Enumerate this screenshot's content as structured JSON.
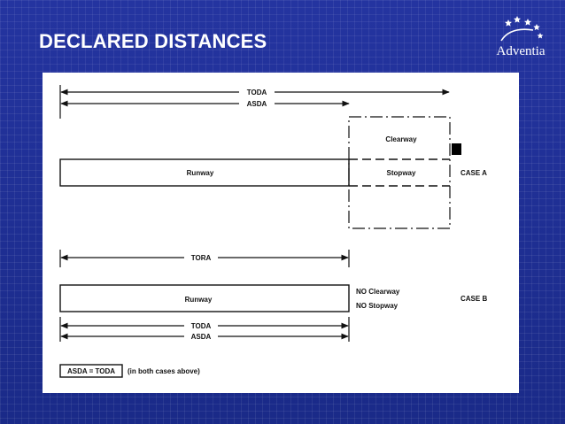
{
  "slide": {
    "title": "DECLARED DISTANCES",
    "logo_text": "Adventia",
    "background_color": "#1f2f8c",
    "title_color": "#ffffff"
  },
  "figure": {
    "case_a": {
      "toda_label": "TODA",
      "asda_label": "ASDA",
      "clearway_label": "Clearway",
      "stopway_label": "Stopway",
      "runway_label": "Runway",
      "case_label": "CASE A"
    },
    "case_b": {
      "tora_label": "TORA",
      "runway_label": "Runway",
      "no_clearway_label": "NO Clearway",
      "no_stopway_label": "NO Stopway",
      "case_label": "CASE B",
      "toda_label": "TODA",
      "asda_label": "ASDA"
    },
    "note": {
      "boxed_text": "ASDA = TODA",
      "text": "(in both cases above)"
    }
  }
}
